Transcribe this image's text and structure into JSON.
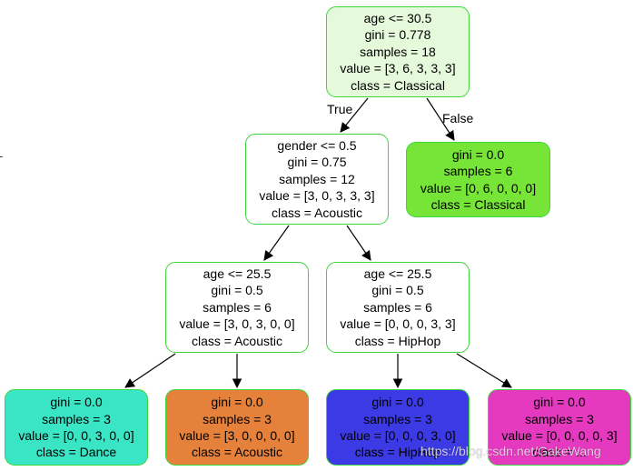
{
  "nodes": [
    {
      "id": "root",
      "lines": [
        "age <= 30.5",
        "gini = 0.778",
        "samples = 18",
        "value = [3, 6, 3, 3, 3]",
        "class = Classical"
      ],
      "fill": "#e4fadb"
    },
    {
      "id": "gender_split",
      "lines": [
        "gender <= 0.5",
        "gini = 0.75",
        "samples = 12",
        "value = [3, 0, 3, 3, 3]",
        "class = Acoustic"
      ],
      "fill": "#ffffff"
    },
    {
      "id": "classical_leaf",
      "lines": [
        "gini = 0.0",
        "samples = 6",
        "value = [0, 6, 0, 0, 0]",
        "class = Classical"
      ],
      "fill": "#76e537"
    },
    {
      "id": "age_left",
      "lines": [
        "age <= 25.5",
        "gini = 0.5",
        "samples = 6",
        "value = [3, 0, 3, 0, 0]",
        "class = Acoustic"
      ],
      "fill": "#ffffff"
    },
    {
      "id": "age_right",
      "lines": [
        "age <= 25.5",
        "gini = 0.5",
        "samples = 6",
        "value = [0, 0, 0, 3, 3]",
        "class = HipHop"
      ],
      "fill": "#ffffff"
    },
    {
      "id": "dance_leaf",
      "lines": [
        "gini = 0.0",
        "samples = 3",
        "value = [0, 0, 3, 0, 0]",
        "class = Dance"
      ],
      "fill": "#39e5c5"
    },
    {
      "id": "acoustic_leaf",
      "lines": [
        "gini = 0.0",
        "samples = 3",
        "value = [3, 0, 0, 0, 0]",
        "class = Acoustic"
      ],
      "fill": "#e5813a"
    },
    {
      "id": "hiphop_leaf",
      "lines": [
        "gini = 0.0",
        "samples = 3",
        "value = [0, 0, 0, 3, 0]",
        "class = HipHop"
      ],
      "fill": "#3c3ae5"
    },
    {
      "id": "last_leaf",
      "lines": [
        "gini = 0.0",
        "samples = 3",
        "value = [0, 0, 0, 0, 3]",
        "class = ..."
      ],
      "fill": "#e539c0"
    }
  ],
  "edges": [
    {
      "from": "root",
      "to": "gender_split",
      "label": "True"
    },
    {
      "from": "root",
      "to": "classical_leaf",
      "label": "False"
    },
    {
      "from": "gender_split",
      "to": "age_left",
      "label": ""
    },
    {
      "from": "gender_split",
      "to": "age_right",
      "label": ""
    },
    {
      "from": "age_left",
      "to": "dance_leaf",
      "label": ""
    },
    {
      "from": "age_left",
      "to": "acoustic_leaf",
      "label": ""
    },
    {
      "from": "age_right",
      "to": "hiphop_leaf",
      "label": ""
    },
    {
      "from": "age_right",
      "to": "last_leaf",
      "label": ""
    }
  ],
  "watermark": "https://blog.csdn.net/GakeWang",
  "colors": {
    "node_border": "#3ed63e",
    "edge": "#000000"
  }
}
